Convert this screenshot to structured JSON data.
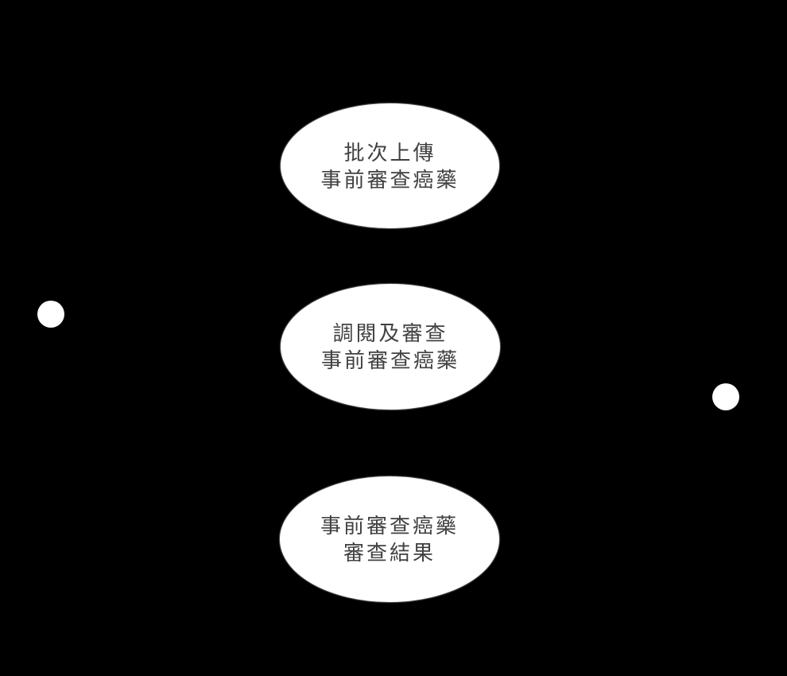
{
  "diagram": {
    "type": "uml-use-case",
    "colors": {
      "background": "#000000",
      "shape_fill": "#ffffff",
      "text": "#414141"
    },
    "use_cases": [
      {
        "line1": "批次上傳",
        "line2": "事前審查癌藥"
      },
      {
        "line1": "調閱及審查",
        "line2": "事前審查癌藥"
      },
      {
        "line1": "事前審查癌藥",
        "line2": "審查結果"
      }
    ],
    "actors": [
      {
        "side": "left"
      },
      {
        "side": "right"
      }
    ]
  }
}
